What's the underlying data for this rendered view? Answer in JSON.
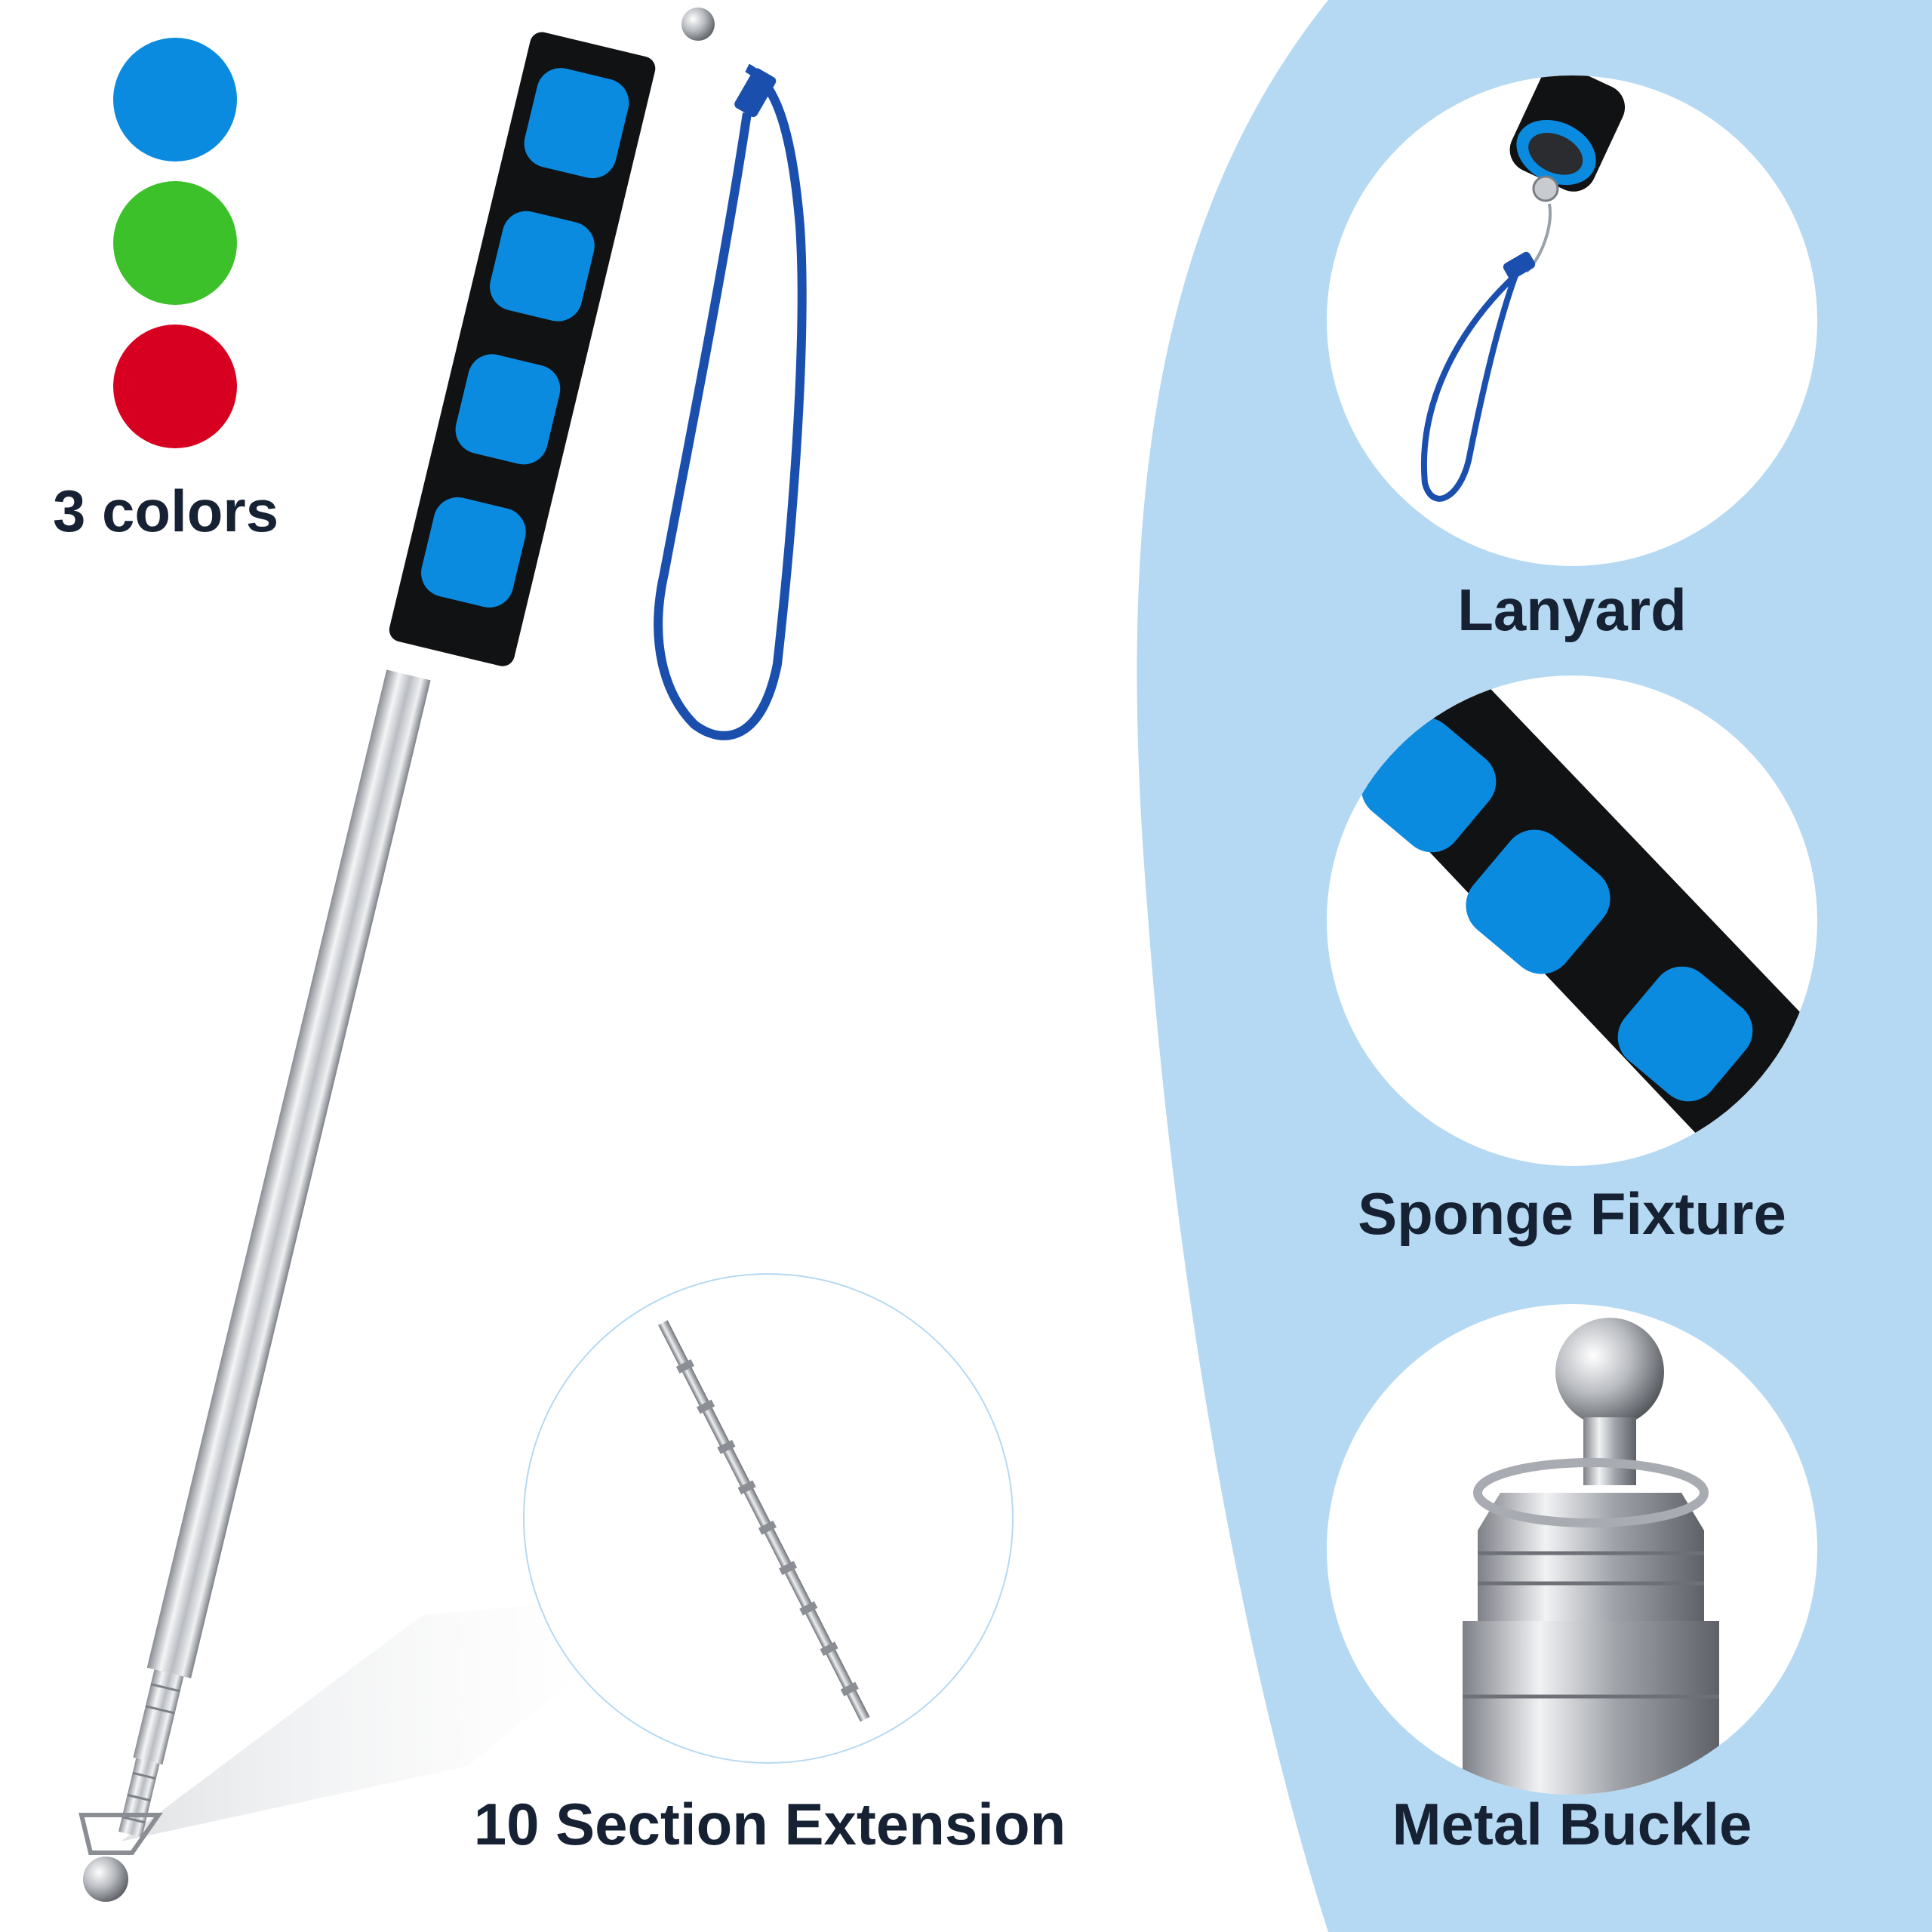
{
  "colors": {
    "label": "3 colors",
    "swatches": [
      "#0b8be0",
      "#3cc12a",
      "#d80020"
    ],
    "panel": "#b5d9f2",
    "text": "#162233"
  },
  "features": [
    {
      "label": "Lanyard",
      "icon": "lanyard-icon"
    },
    {
      "label": "Sponge Fixture",
      "icon": "sponge-icon"
    },
    {
      "label": "Metal Buckle",
      "icon": "metal-buckle-icon"
    },
    {
      "label": "10 Section Extension",
      "icon": "extension-icon"
    }
  ]
}
